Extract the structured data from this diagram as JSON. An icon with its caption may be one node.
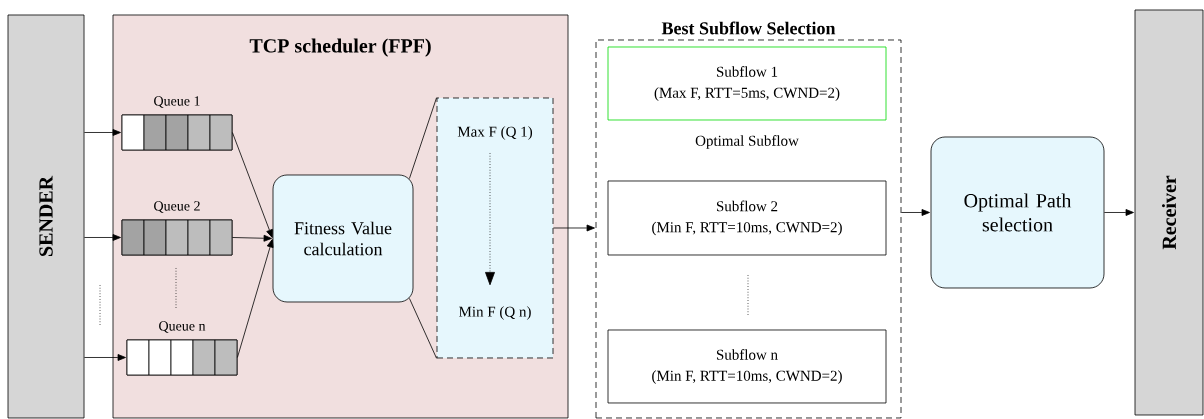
{
  "diagram": {
    "nodes": [
      {
        "text": [
          "SENDER"
        ]
      },
      {
        "text": [
          "TCP scheduler (FPF)"
        ]
      },
      {
        "text": [],
        "shape": "box",
        "in": 1,
        "beside": [
          "Queue 1"
        ]
      },
      {
        "text": [],
        "shape": "box",
        "in": 1,
        "beside": [
          "Queue 2"
        ]
      },
      {
        "text": [],
        "shape": "box",
        "in": 1,
        "beside": [
          "Queue n"
        ]
      },
      {
        "text": [
          "Fitness Value calculation"
        ],
        "in": 1
      },
      {
        "text": [
          "Max F (Q 1)",
          "Min F (Q n)"
        ],
        "in": 1
      },
      {
        "text": [
          "Best Subflow Selection"
        ]
      },
      {
        "text": [
          "Subflow 1",
          "(Max F, RTT=5ms, CWND=2)"
        ],
        "in": 7,
        "beside": [
          "Optimal Subflow"
        ]
      },
      {
        "text": [
          "Subflow 2",
          "(Min F, RTT=10ms, CWND=2)"
        ],
        "in": 7
      },
      {
        "text": [
          "Subflow n",
          "(Min F, RTT=10ms, CWND=2)"
        ],
        "in": 7
      },
      {
        "text": [
          "Optimal Path selection"
        ]
      },
      {
        "text": [
          "Receiver"
        ]
      }
    ],
    "edges": [
      {
        "from": 0,
        "to": 2,
        "arrow": "to"
      },
      {
        "from": 0,
        "to": 3,
        "arrow": "to"
      },
      {
        "from": 0,
        "to": 4,
        "arrow": "to"
      },
      {
        "from": 2,
        "to": 5,
        "arrow": "to"
      },
      {
        "from": 3,
        "to": 5,
        "arrow": "to"
      },
      {
        "from": 4,
        "to": 5,
        "arrow": "to"
      },
      {
        "from": 5,
        "to": 6,
        "arrow": "none"
      },
      {
        "from": 5,
        "to": 6,
        "arrow": "none"
      },
      {
        "from": 6,
        "to": 7,
        "arrow": "to"
      },
      {
        "from": 7,
        "to": 11,
        "arrow": "to"
      },
      {
        "from": 11,
        "to": 12,
        "arrow": "to"
      }
    ]
  }
}
